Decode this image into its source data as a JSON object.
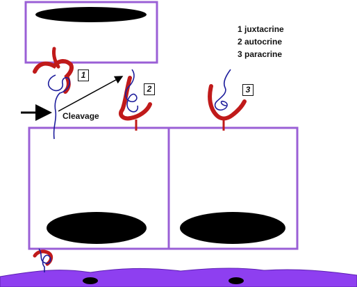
{
  "legend": {
    "items": [
      "1 juxtacrine",
      "2 autocrine",
      "3 paracrine"
    ]
  },
  "markers": [
    "1",
    "2",
    "3"
  ],
  "cleavage_label": "Cleavage",
  "colors": {
    "cell_border": "#9a5fd6",
    "basement_membrane": "#8e3ff0",
    "nucleus": "#000000",
    "ligand_receptor": "#c01a1a",
    "growth_factor_chain": "#1d1d9c",
    "arrow": "#000000"
  },
  "icons": {
    "cleavage_arrow": "right-arrow-icon",
    "release_arrow": "diagonal-arrow-icon"
  }
}
